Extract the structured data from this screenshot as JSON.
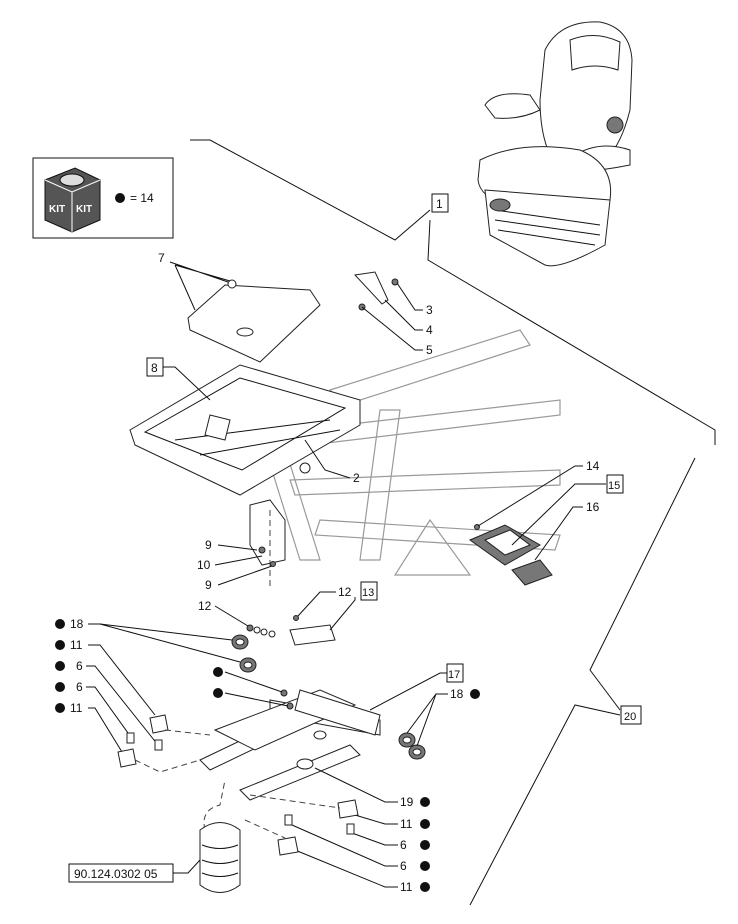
{
  "kit": {
    "box_text_1": "KIT",
    "box_text_2": "KIT",
    "equals_text": "= 14"
  },
  "callouts": {
    "c1": "1",
    "c2": "2",
    "c3": "3",
    "c4": "4",
    "c5": "5",
    "c7": "7",
    "c8": "8",
    "c9a": "9",
    "c10": "10",
    "c9b": "9",
    "c12a": "12",
    "c12b": "12",
    "c13": "13",
    "c14": "14",
    "c15": "15",
    "c16": "16",
    "c17": "17",
    "c18a": "18",
    "c11a": "11",
    "c6a": "6",
    "c6b": "6",
    "c11b": "11",
    "c18b": "18",
    "c19": "19",
    "c11c": "11",
    "c6c": "6",
    "c6d": "6",
    "c11d": "11",
    "c20": "20"
  },
  "reference_code": "90.124.0302 05"
}
